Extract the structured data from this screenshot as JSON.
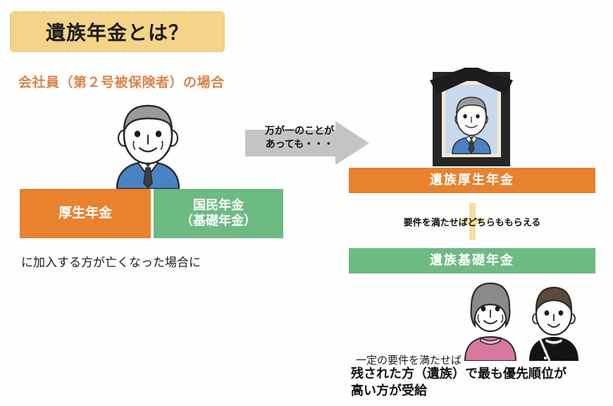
{
  "title": {
    "text": "遺族年金とは？",
    "box_fill": "#f4d488",
    "box_border": "#f0c77a"
  },
  "subtitle": {
    "text": "会社員（第２号被保険者）の場合",
    "color": "#d9854a"
  },
  "left": {
    "person_alt": "elderly-man-illustration",
    "bars": [
      {
        "label": "厚生年金",
        "color": "#e8822e"
      },
      {
        "label": "国民年金\n（基礎年金）",
        "color": "#6dba83"
      }
    ],
    "bar_kousei_label": "厚生年金",
    "bar_kokumin_label_line1": "国民年金",
    "bar_kokumin_label_line2": "（基礎年金）",
    "caption": "に加入する方が亡くなった場合に"
  },
  "arrow": {
    "label_line1": "万が一のことが",
    "label_line2": "あっても・・・",
    "color": "#c4c4c4"
  },
  "right": {
    "memorial_alt": "memorial-portrait-with-black-ribbon",
    "bar_izoku_kousei": "遺族厚生年金",
    "bar_izoku_kousei_color": "#e8822e",
    "bar_izoku_kiso": "遺族基礎年金",
    "bar_izoku_kiso_color": "#6dba83",
    "plus_note": "要件を満たせばどちらももらえる",
    "plus_color": "#f5dfa0",
    "family_alt": "widow-and-son-illustration"
  },
  "bottom": {
    "small_text": "一定の要件を満たせば",
    "bold_text": "残された方（遺族）で最も優先順位が\n高い方が受給"
  }
}
